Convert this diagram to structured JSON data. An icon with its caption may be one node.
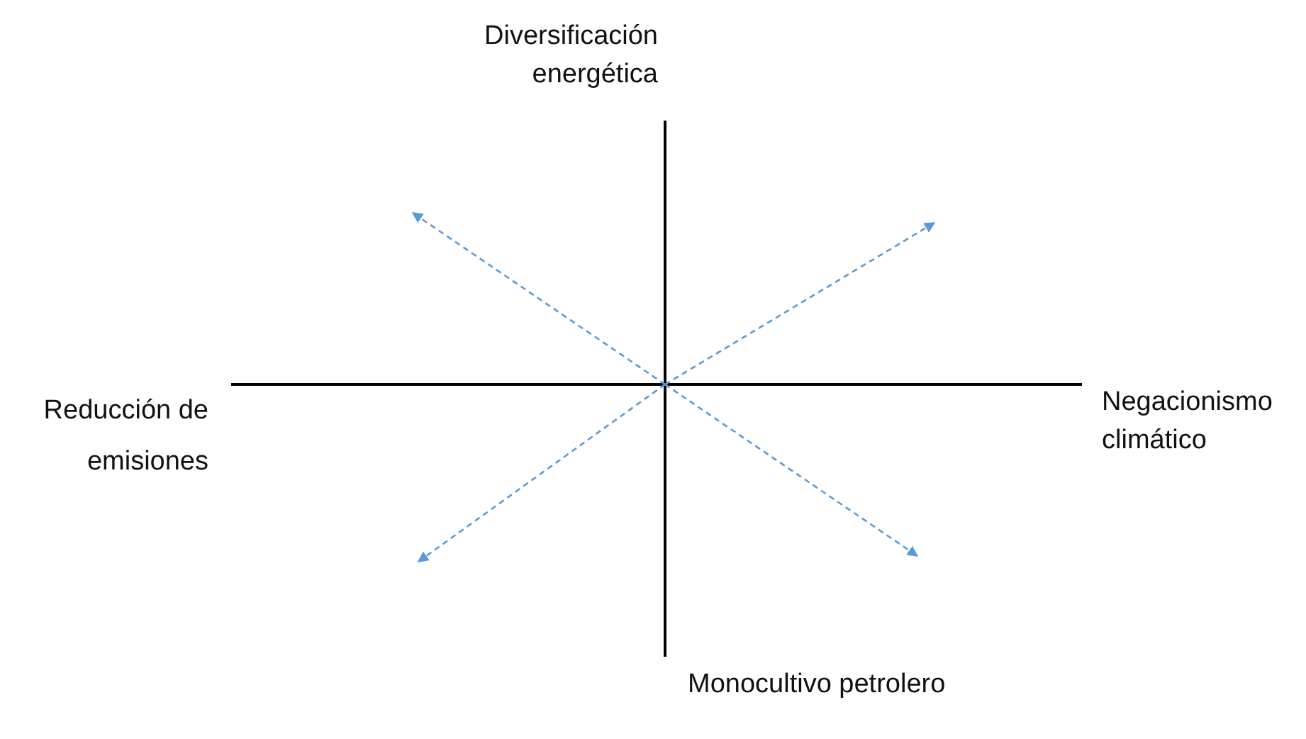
{
  "diagram": {
    "labels": [
      "Diversificación energética",
      "Reducción de emisiones",
      "Negacionismo climático",
      "Monocultivo petrolero"
    ]
  }
}
